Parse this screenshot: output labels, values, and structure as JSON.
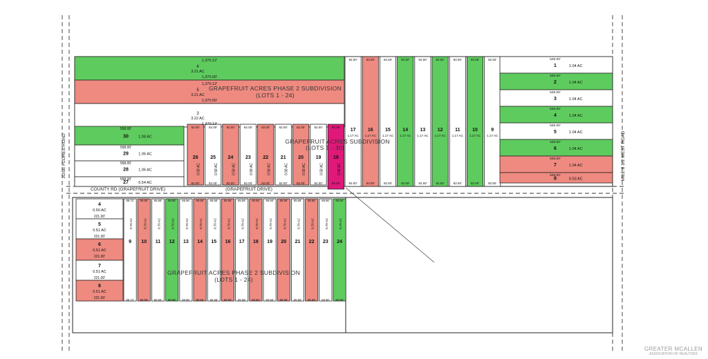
{
  "colors": {
    "green": "#5ecb5e",
    "red": "#ee8a80",
    "white": "#ffffff",
    "magenta": "#e0187a",
    "line": "#222222"
  },
  "labels": {
    "sub_north": "GRAPEFRUIT ACRES PHASE 2 SUBDIVISION",
    "sub_north_lots": "(LOTS 1 - 24)",
    "sub_mid": "GRAPEFRUIT ACRES SUBDIVISION",
    "sub_mid_lots": "(LOTS 1 - 30)",
    "sub_south": "GRAPEFRUIT ACRES PHASE 2 SUBDIVISION",
    "sub_south_lots": "(LOTS 1 - 24)",
    "road_west": "JOSE FLORES ROAD",
    "road_east": "MILE 8 1/2 WEST ROAD",
    "road_grapefruit": "(GRAPEFRUIT DRIVE)",
    "road_county": "COUNTY RD (GRAPEFRUIT DRIVE)"
  },
  "watermark": {
    "line1": "GREATER MCALLEN",
    "line2": "ASSOCIATION OF REALTORS"
  },
  "north_lots": [
    {
      "num": "4",
      "acres": "3.21 AC",
      "top_dim": "1,370.12'",
      "bot_dim": "1,370.00'",
      "status": "green"
    },
    {
      "num": "5",
      "acres": "3.21 AC",
      "top_dim": "1,370.12'",
      "bot_dim": "1,370.00'",
      "status": "red"
    },
    {
      "num": "3",
      "acres": "3.22 AC",
      "top_dim": "",
      "bot_dim": "1,370.13'",
      "status": "white"
    }
  ],
  "west_lots": [
    {
      "num": "30",
      "acres": "1.08 AC",
      "dim": "558.00'",
      "status": "green"
    },
    {
      "num": "29",
      "acres": "1.06 AC",
      "dim": "558.00'",
      "status": "white"
    },
    {
      "num": "28",
      "acres": "1.06 AC",
      "dim": "558.00'",
      "status": "white"
    },
    {
      "num": "27",
      "acres": "0.54 AC",
      "dim": "558.00'",
      "status": "white"
    }
  ],
  "mid_narrow": [
    {
      "num": "26",
      "acres": "0.58 AC",
      "status": "red"
    },
    {
      "num": "25",
      "acres": "0.58 AC",
      "status": "white"
    },
    {
      "num": "24",
      "acres": "0.58 AC",
      "status": "red"
    },
    {
      "num": "23",
      "acres": "0.58 AC",
      "status": "white"
    },
    {
      "num": "22",
      "acres": "0.58 AC",
      "status": "red"
    },
    {
      "num": "21",
      "acres": "0.58 AC",
      "status": "white"
    },
    {
      "num": "20",
      "acres": "0.58 AC",
      "status": "red"
    },
    {
      "num": "19",
      "acres": "0.58 AC",
      "status": "white"
    },
    {
      "num": "18",
      "acres": "0.58 AC",
      "status": "magenta"
    }
  ],
  "mid_wide": [
    {
      "num": "17",
      "acres": "1.17 AC",
      "status": "white",
      "dim": "82.00'"
    },
    {
      "num": "16",
      "acres": "1.17 AC",
      "status": "red",
      "dim": "82.50'"
    },
    {
      "num": "15",
      "acres": "1.17 AC",
      "status": "white",
      "dim": "82.50'"
    },
    {
      "num": "14",
      "acres": "1.17 AC",
      "status": "green",
      "dim": "82.50'"
    },
    {
      "num": "13",
      "acres": "1.17 AC",
      "status": "white",
      "dim": "82.50'"
    },
    {
      "num": "12",
      "acres": "1.17 AC",
      "status": "green",
      "dim": "82.50'"
    },
    {
      "num": "11",
      "acres": "1.17 AC",
      "status": "white",
      "dim": "82.50'"
    },
    {
      "num": "10",
      "acres": "1.17 AC",
      "status": "green",
      "dim": "82.50'"
    },
    {
      "num": "9",
      "acres": "1.17 AC",
      "status": "white",
      "dim": "82.50'"
    }
  ],
  "east_lots": [
    {
      "num": "1",
      "acres": "1.04 AC",
      "dim": "545.00'",
      "status": "white"
    },
    {
      "num": "2",
      "acres": "1.04 AC",
      "dim": "545.00'",
      "status": "green"
    },
    {
      "num": "3",
      "acres": "1.04 AC",
      "dim": "545.00'",
      "status": "white"
    },
    {
      "num": "4",
      "acres": "1.04 AC",
      "dim": "545.00'",
      "status": "green"
    },
    {
      "num": "5",
      "acres": "1.04 AC",
      "dim": "545.00'",
      "status": "white"
    },
    {
      "num": "6",
      "acres": "1.04 AC",
      "dim": "545.00'",
      "status": "green"
    },
    {
      "num": "7",
      "acres": "1.04 AC",
      "dim": "545.00'",
      "status": "red"
    },
    {
      "num": "8",
      "acres": "0.53 AC",
      "dim": "545.00'",
      "status": "red"
    }
  ],
  "south_west": [
    {
      "num": "4",
      "acres": "0.50 AC",
      "dim": "221.00'",
      "status": "white"
    },
    {
      "num": "5",
      "acres": "0.51 AC",
      "dim": "221.00'",
      "status": "white"
    },
    {
      "num": "6",
      "acres": "0.51 AC",
      "dim": "221.00'",
      "status": "red"
    },
    {
      "num": "7",
      "acres": "0.51 AC",
      "dim": "221.00'",
      "status": "white"
    },
    {
      "num": "8",
      "acres": "0.51 AC",
      "dim": "221.00'",
      "status": "red"
    }
  ],
  "south_lots": [
    {
      "num": "9",
      "acres": "0.78 AC",
      "dim": "65.72'",
      "status": "white"
    },
    {
      "num": "10",
      "acres": "0.78 AC",
      "dim": "65.56'",
      "status": "red"
    },
    {
      "num": "11",
      "acres": "0.78 AC",
      "dim": "65.56'",
      "status": "white"
    },
    {
      "num": "12",
      "acres": "0.78 AC",
      "dim": "65.56'",
      "status": "green"
    },
    {
      "num": "13",
      "acres": "0.78 AC",
      "dim": "65.56'",
      "status": "white"
    },
    {
      "num": "14",
      "acres": "0.78 AC",
      "dim": "65.56'",
      "status": "red"
    },
    {
      "num": "15",
      "acres": "0.78 AC",
      "dim": "65.56'",
      "status": "white"
    },
    {
      "num": "16",
      "acres": "0.78 AC",
      "dim": "65.56'",
      "status": "red"
    },
    {
      "num": "17",
      "acres": "0.78 AC",
      "dim": "65.56'",
      "status": "white"
    },
    {
      "num": "18",
      "acres": "0.78 AC",
      "dim": "65.56'",
      "status": "red"
    },
    {
      "num": "19",
      "acres": "0.78 AC",
      "dim": "65.56'",
      "status": "white"
    },
    {
      "num": "20",
      "acres": "0.78 AC",
      "dim": "65.56'",
      "status": "red"
    },
    {
      "num": "21",
      "acres": "0.78 AC",
      "dim": "65.56'",
      "status": "white"
    },
    {
      "num": "22",
      "acres": "0.78 AC",
      "dim": "65.56'",
      "status": "red"
    },
    {
      "num": "23",
      "acres": "0.78 AC",
      "dim": "65.56'",
      "status": "white"
    },
    {
      "num": "24",
      "acres": "0.78 AC",
      "dim": "65.56'",
      "status": "green"
    }
  ]
}
